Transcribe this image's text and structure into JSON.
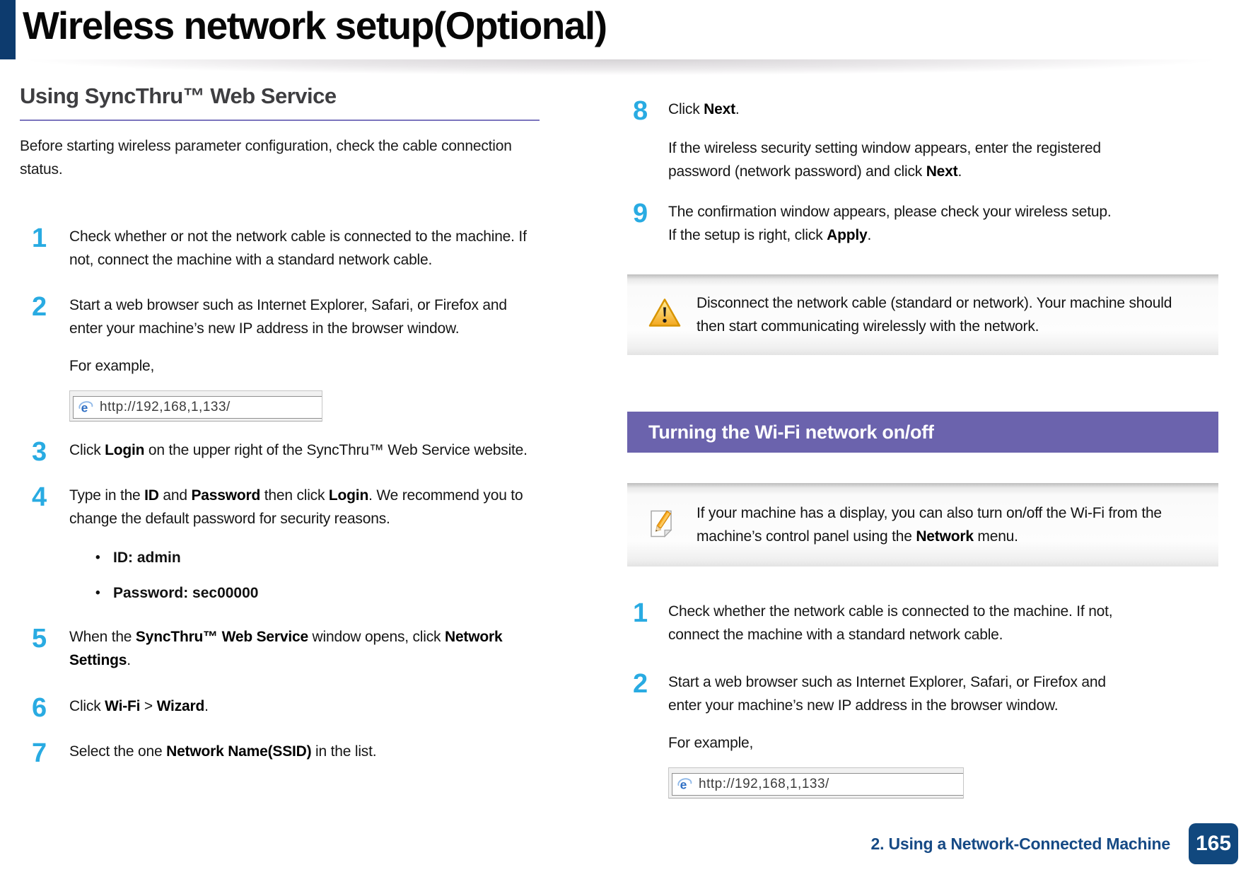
{
  "header": {
    "title": "Wireless network setup(Optional)"
  },
  "colors": {
    "accent_navy": "#0d3b6e",
    "step_number_cyan": "#29abe2",
    "section_banner_purple": "#6b63ad",
    "heading_rule_purple": "#7b74bd",
    "footer_blue": "#164a85",
    "page_badge_blue": "#11487e",
    "warning_yellow": "#f6a71c"
  },
  "left": {
    "heading": "Using SyncThru™ Web Service",
    "intro": "Before starting wireless parameter configuration, check the cable connection status.",
    "steps": [
      {
        "num": "1",
        "rich": [
          {
            "t": "Check whether or not the network cable is connected to the machine. If not, connect the machine with a standard network cable."
          }
        ]
      },
      {
        "num": "2",
        "rich": [
          {
            "t": "Start a web browser such as Internet Explorer, Safari, or Firefox and enter your machine’s new IP address in the browser window."
          }
        ],
        "example": "For example,",
        "url": "http://192,168,1,133/",
        "url_icon": "internet-explorer-icon"
      },
      {
        "num": "3",
        "rich": [
          {
            "t": "Click "
          },
          {
            "t": "Login",
            "b": true
          },
          {
            "t": " on the upper right of the SyncThru™ Web Service website."
          }
        ]
      },
      {
        "num": "4",
        "rich": [
          {
            "t": "Type in the "
          },
          {
            "t": "ID",
            "b": true
          },
          {
            "t": " and "
          },
          {
            "t": "Password",
            "b": true
          },
          {
            "t": " then click "
          },
          {
            "t": "Login",
            "b": true
          },
          {
            "t": ". We recommend you to change the default password for security reasons."
          }
        ],
        "bullets": [
          "ID: admin",
          "Password: sec00000"
        ]
      },
      {
        "num": "5",
        "rich": [
          {
            "t": "When the "
          },
          {
            "t": "SyncThru™ Web Service",
            "b": true
          },
          {
            "t": " window opens, click "
          },
          {
            "t": "Network Settings",
            "b": true
          },
          {
            "t": "."
          }
        ]
      },
      {
        "num": "6",
        "rich": [
          {
            "t": "Click "
          },
          {
            "t": "Wi-Fi",
            "b": true
          },
          {
            "t": " > "
          },
          {
            "t": "Wizard",
            "b": true
          },
          {
            "t": "."
          }
        ]
      },
      {
        "num": "7",
        "rich": [
          {
            "t": "Select the one "
          },
          {
            "t": "Network Name(SSID)",
            "b": true
          },
          {
            "t": " in the list."
          }
        ]
      }
    ]
  },
  "right": {
    "step8": {
      "num": "8",
      "rich1": [
        {
          "t": "Click "
        },
        {
          "t": "Next",
          "b": true
        },
        {
          "t": "."
        }
      ],
      "rich2": [
        {
          "t": "If the wireless security setting window appears, enter the registered password (network password) and click "
        },
        {
          "t": "Next",
          "b": true
        },
        {
          "t": "."
        }
      ]
    },
    "step9": {
      "num": "9",
      "rich": [
        {
          "t": "The confirmation window appears, please check your wireless setup. If the setup is right, click "
        },
        {
          "t": "Apply",
          "b": true
        },
        {
          "t": "."
        }
      ]
    },
    "warning": {
      "icon": "warning-triangle-icon",
      "text": "Disconnect the network cable (standard or network). Your machine should then start communicating wirelessly with the network."
    },
    "banner": {
      "title": "Turning the Wi-Fi network on/off"
    },
    "note": {
      "icon": "pencil-note-icon",
      "rich": [
        {
          "t": "If your machine has a display, you can also turn on/off the Wi-Fi from the machine’s control panel using the "
        },
        {
          "t": "Network",
          "b": true
        },
        {
          "t": " menu."
        }
      ]
    },
    "steps": [
      {
        "num": "1",
        "rich": [
          {
            "t": "Check whether the network cable is connected to the machine. If not, connect the machine with a standard network cable."
          }
        ]
      },
      {
        "num": "2",
        "rich": [
          {
            "t": "Start a web browser such as Internet Explorer, Safari, or Firefox and enter your machine’s new IP address in the browser window."
          }
        ],
        "example": "For example,",
        "url": "http://192,168,1,133/",
        "url_icon": "internet-explorer-icon"
      }
    ]
  },
  "footer": {
    "chapter": "2. Using a Network-Connected Machine",
    "page_number": "165"
  }
}
